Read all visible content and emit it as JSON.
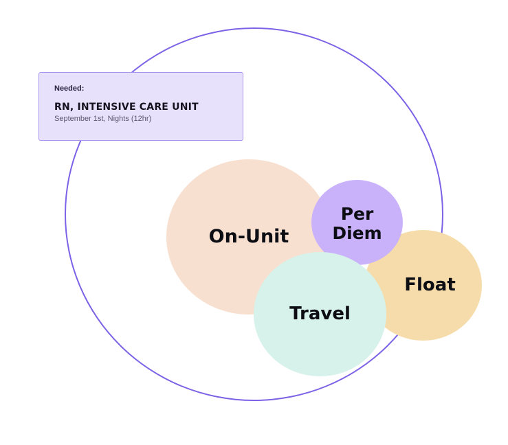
{
  "card": {
    "kicker": "Needed:",
    "title": "RN, INTENSIVE CARE UNIT",
    "subtitle": "September 1st, Nights (12hr)"
  },
  "bubbles": [
    {
      "id": "on-unit",
      "label": "On-Unit",
      "color": "#f8e0d0"
    },
    {
      "id": "per-diem",
      "label": "Per\nDiem",
      "color": "#c9b2fa"
    },
    {
      "id": "float",
      "label": "Float",
      "color": "#f5dcaa"
    },
    {
      "id": "travel",
      "label": "Travel",
      "color": "#d6f2ea"
    }
  ],
  "colors": {
    "ring": "#7c62e6",
    "card_bg": "#e7e1fb",
    "card_border": "#a994ef"
  }
}
